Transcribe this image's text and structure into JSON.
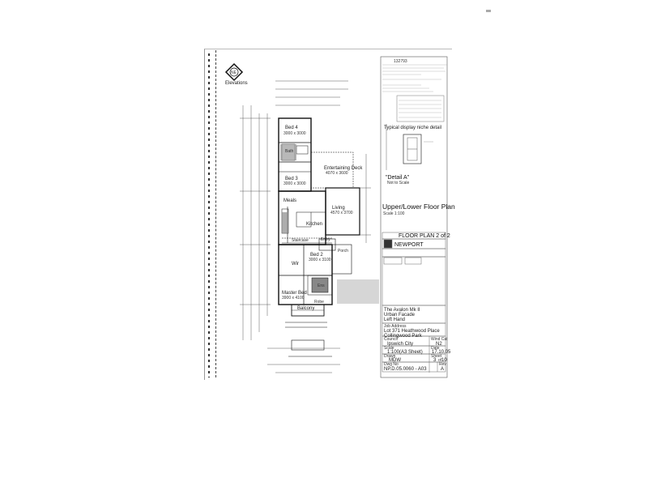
{
  "sheet": {
    "stamp": "132793",
    "elevations_label": "Elevations",
    "north_compass_label": "NE",
    "rooms": {
      "bed4": "Bed 4",
      "bed4_size": "3000 x 3000",
      "bath": "Bath",
      "bed3": "Bed 3",
      "bed3_size": "3000 x 3000",
      "entertaining": "Entertaining Deck",
      "entertaining_size": "4070 x 3600",
      "meals": "Meals",
      "living": "Living",
      "living_size": "4570 x 3700",
      "kitchen": "Kitchen",
      "entry": "Entry",
      "bed2": "Bed 2",
      "bed2_size": "3000 x 3100",
      "ens": "Ens",
      "wir": "Wir",
      "porch": "Porch",
      "master_bed": "Master Bed",
      "master_bed_size": "3900 x 4100",
      "balcony": "Balcony",
      "robe": "Robe",
      "staircase": "Staircase"
    },
    "detail_title": "Typical display niche detail",
    "detail_a": "\"Detail A\"",
    "detail_a_scale": "Not to Scale",
    "plan_title": "Upper/Lower Floor Plan",
    "plan_scale": "Scale 1:100",
    "floor_plan": "FLOOR PLAN 2 of 2",
    "company": "NEWPORT",
    "project": {
      "line1": "The Avalon Mk II",
      "line2": "Urban Facade",
      "line3": "Left Hand"
    },
    "address": {
      "label": "Job Address",
      "line1": "Lot 371 Heathwood Place",
      "line2": "Collingwood Park"
    },
    "council_label": "Council",
    "council": "Ipswich City",
    "wind_label": "Wind Cat",
    "wind": "N2",
    "scale_label": "Scale",
    "scale": "1:100(A3 Sheet)",
    "date_label": "Date",
    "date": "17.10.05",
    "drawn_label": "Drawn",
    "drawn": "MDW",
    "sheet_label": "Sheet",
    "sheet_no": "3",
    "sheet_of": "of",
    "sheet_total": "10",
    "dwg_label": "Dwg No",
    "dwg_no": "NP.D.05.0060 - A03",
    "rev_label": "Rev",
    "rev": "A"
  }
}
